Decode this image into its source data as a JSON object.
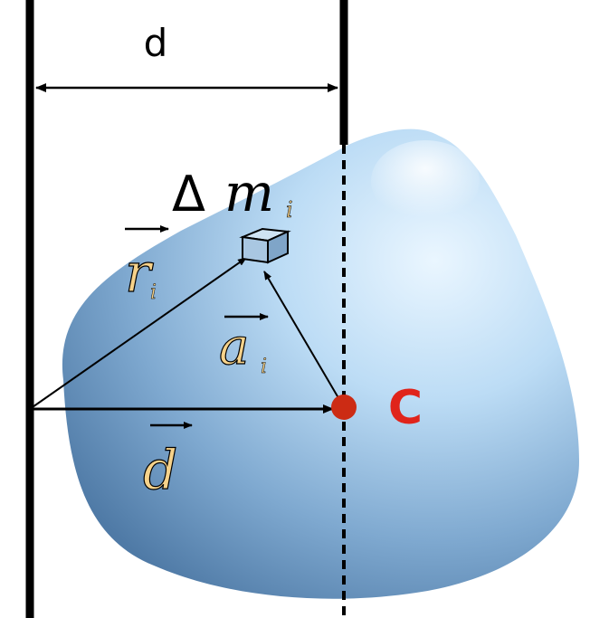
{
  "labels": {
    "distance": "d",
    "mass_element_symbol": "Δ",
    "mass_element_var": "m",
    "mass_element_sub": "i",
    "r_vector_var": "r",
    "r_vector_sub": "i",
    "a_vector_var": "a",
    "a_vector_sub": "i",
    "d_vector_var": "d",
    "center_of_mass": "C"
  },
  "colors": {
    "axis_lines": "#000000",
    "center_point": "#cc2b14",
    "center_label": "#e0241b",
    "vector_label_fill": "#f6d28a",
    "body_light": "#d8ecfb",
    "body_dark": "#5b87b4"
  },
  "icons": {
    "mass_element": "small-cube-icon",
    "center_point": "dot-icon"
  }
}
